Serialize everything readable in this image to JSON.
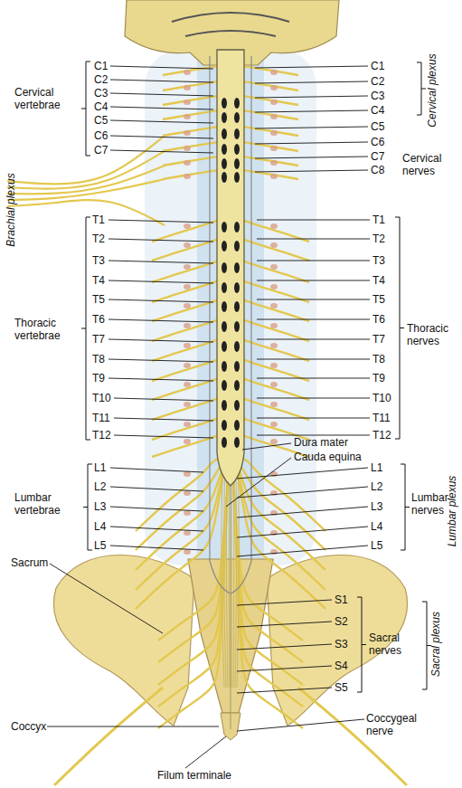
{
  "diagram": {
    "labels": [
      "Cervical vertebrae",
      "C1",
      "C2",
      "C3",
      "C4",
      "C5",
      "C6",
      "C7",
      "Brachial plexus",
      "Thoracic vertebrae",
      "T1",
      "T2",
      "T3",
      "T4",
      "T5",
      "T6",
      "T7",
      "T8",
      "T9",
      "T10",
      "T11",
      "T12",
      "Lumbar vertebrae",
      "L1",
      "L2",
      "L3",
      "L4",
      "L5",
      "Sacrum",
      "Coccyx",
      "Filum terminale",
      "C1",
      "C2",
      "C3",
      "C4",
      "C5",
      "C6",
      "C7",
      "C8",
      "Cervical plexus",
      "Cervical nerves",
      "T1",
      "T2",
      "T3",
      "T4",
      "T5",
      "T6",
      "T7",
      "T8",
      "T9",
      "T10",
      "T11",
      "T12",
      "Thoracic nerves",
      "Dura mater",
      "Cauda equina",
      "L1",
      "L2",
      "L3",
      "L4",
      "L5",
      "Lumbar nerves",
      "Lumbar plexus",
      "S1",
      "S2",
      "S3",
      "S4",
      "S5",
      "Sacral nerves",
      "Sacral plexus",
      "Coccygeal nerve"
    ]
  }
}
